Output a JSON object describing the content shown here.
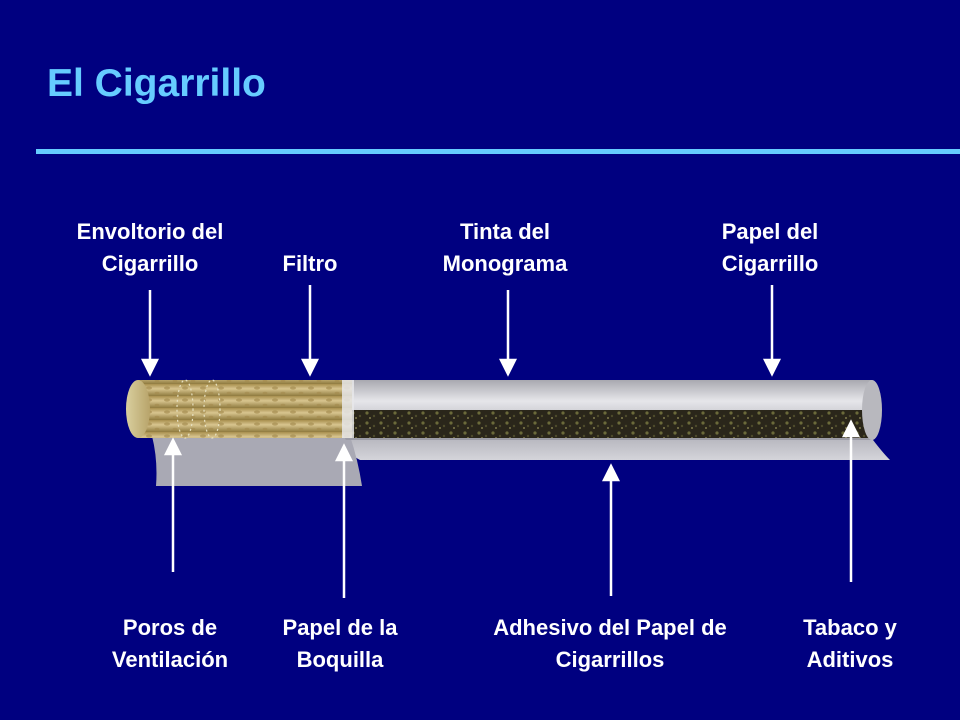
{
  "slide": {
    "title": "El Cigarrillo"
  },
  "labels": {
    "envoltorio": "Envoltorio del\nCigarrillo",
    "filtro": "Filtro",
    "tinta": "Tinta del\nMonograma",
    "papel_cigarrillo": "Papel del\nCigarrillo",
    "poros": "Poros de\nVentilación",
    "papel_boquilla": "Papel de la\nBoquilla",
    "adhesivo": "Adhesivo del Papel de\nCigarrillos",
    "tabaco": "Tabaco y\nAditivos"
  },
  "colors": {
    "background": "#000080",
    "title": "#66ccff",
    "rule": "#66ccff",
    "label": "#ffffff",
    "filter_tan": "#c9b27a",
    "paper": "#c8c8cc",
    "tobacco": "#2e2a1e"
  }
}
